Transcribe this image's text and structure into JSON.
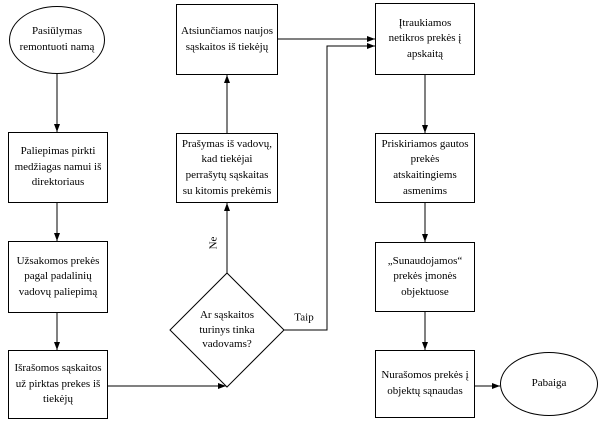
{
  "flowchart": {
    "nodes": {
      "start": "Pasiūlymas remontuoti namą",
      "order_materials": "Paliepimas pirkti medžiagas namui iš direktoriaus",
      "order_goods": "Užsakomos prekės pagal padalinių vadovų paliepimą",
      "invoices_issued": "Išrašomos sąskaitos už pirktas prekes iš tiekėjų",
      "new_invoices": "Atsiunčiamos naujos sąskaitos iš tiekėjų",
      "rewrite_request": "Prašymas iš vadovų, kad tiekėjai perrašytų sąskaitas su kitomis prekėmis",
      "decision": "Ar sąskaitos turinys tinka vadovams?",
      "fake_goods": "Įtraukiamos netikros prekės į apskaitą",
      "assign_goods": "Priskiriamos gautos prekės atskaitingiems asmenims",
      "consume_goods": "„Sunaudojamos“ prekės įmonės objektuose",
      "write_off": "Nurašomos prekės į objektų sąnaudas",
      "end": "Pabaiga"
    },
    "edge_labels": {
      "no": "Ne",
      "yes": "Taip"
    }
  }
}
